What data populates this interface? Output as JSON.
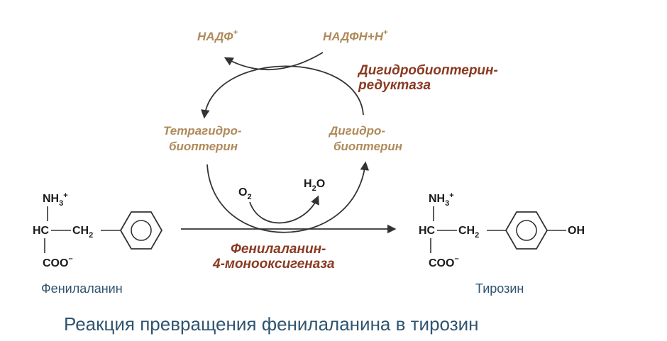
{
  "cofactors": {
    "nadp": "НАДФ",
    "nadp_charge": "+",
    "nadph": "НАДФН+Н",
    "nadph_charge": "+",
    "thb_line1": "Тетрагидро-",
    "thb_line2": "биоптерин",
    "dhb_line1": "Дигидро-",
    "dhb_line2": "биоптерин"
  },
  "enzymes": {
    "reductase_line1": "Дигидробиоптерин-",
    "reductase_line2": "редуктаза",
    "hydroxylase_line1": "Фенилаланин-",
    "hydroxylase_line2": "4-монооксигеназа"
  },
  "reagents": {
    "o2": "O",
    "o2_sub": "2",
    "h2o_h": "H",
    "h2o_sub": "2",
    "h2o_o": "O"
  },
  "phenylalanine": {
    "nh3": "NH",
    "nh3_sub": "3",
    "nh3_charge": "+",
    "hc": "HC",
    "ch2": "CH",
    "ch2_sub": "2",
    "coo": "COO",
    "coo_charge": "–",
    "name": "Фенилаланин"
  },
  "tyrosine": {
    "nh3": "NH",
    "nh3_sub": "3",
    "nh3_charge": "+",
    "hc": "HC",
    "ch2": "CH",
    "ch2_sub": "2",
    "coo": "COO",
    "coo_charge": "–",
    "oh": "OH",
    "name": "Тирозин"
  },
  "caption": "Реакция превращения фенилаланина в тирозин",
  "colors": {
    "cofactor": "#b08a5a",
    "enzyme": "#8a3a22",
    "label": "#2f5470",
    "line": "#333333"
  }
}
